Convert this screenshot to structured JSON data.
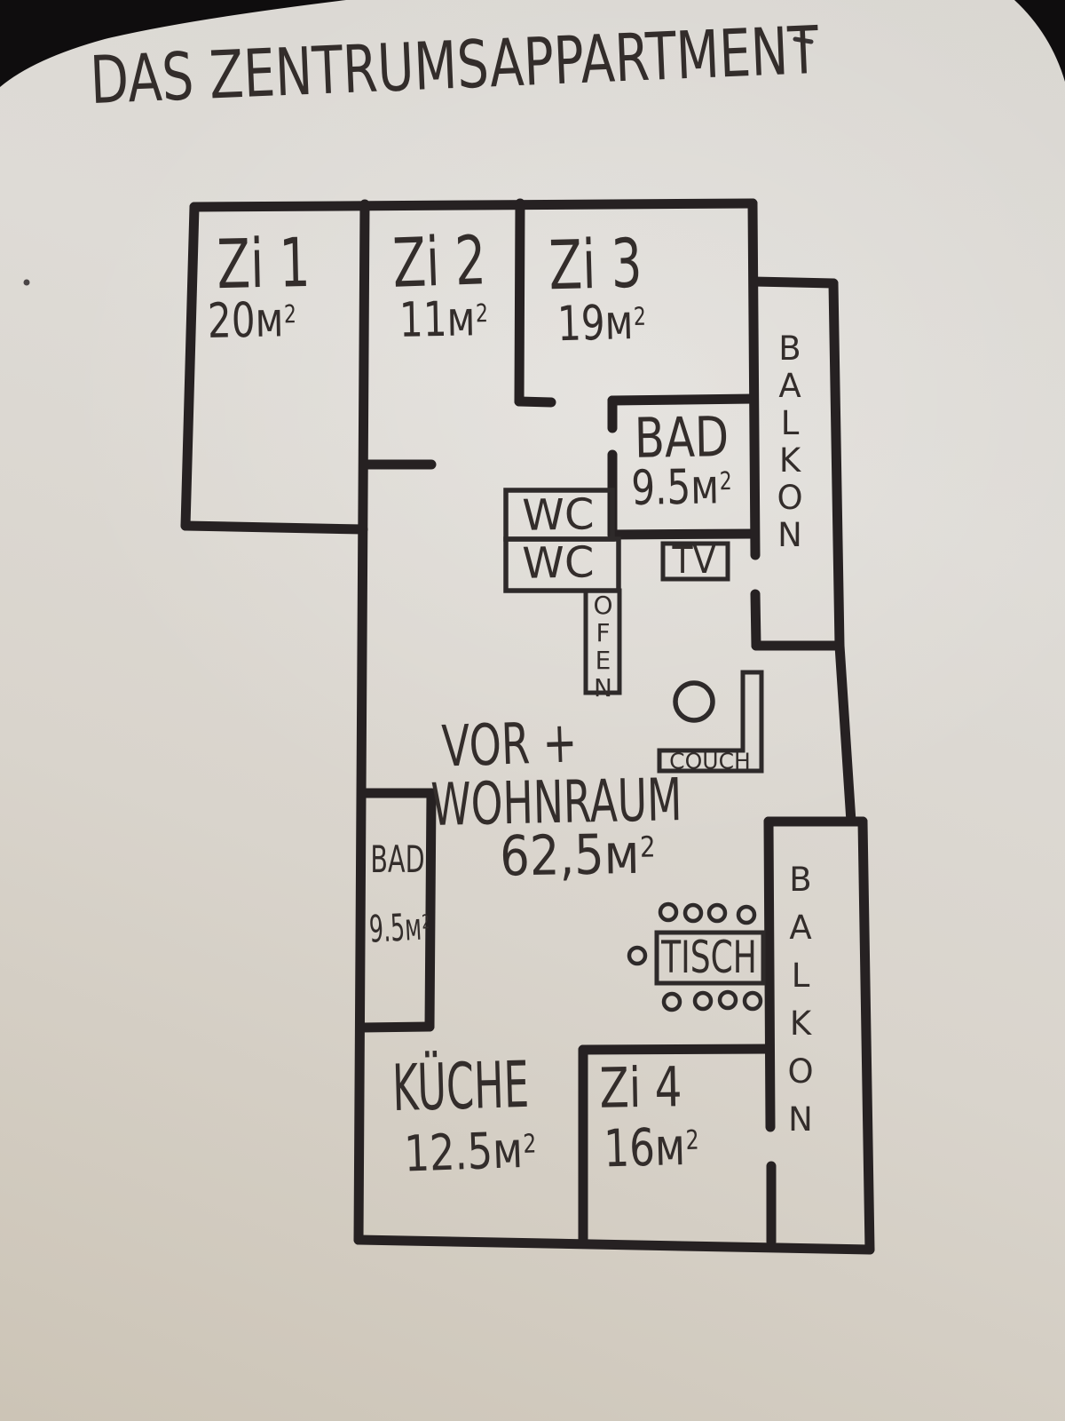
{
  "colors": {
    "paper": "#dcd8d1",
    "ink": "#2a2524"
  },
  "title": "DAS ZENTRUMSAPPARTMENT",
  "rooms": {
    "zi1": {
      "name": "Zi 1",
      "area_base": "20м",
      "area_sup": "2"
    },
    "zi2": {
      "name": "Zi 2",
      "area_base": "11м",
      "area_sup": "2"
    },
    "zi3": {
      "name": "Zi 3",
      "area_base": "19м",
      "area_sup": "2"
    },
    "bad_upper": {
      "name": "BAD",
      "area_base": "9.5м",
      "area_sup": "2"
    },
    "wc_upper": {
      "name": "WC"
    },
    "wc_lower": {
      "name": "WC"
    },
    "wohnraum": {
      "name_line1": "VOR +",
      "name_line2": "WOHNRAUM",
      "area_base": "62,5м",
      "area_sup": "2"
    },
    "bad_lower": {
      "name": "BAD",
      "area_base": "9.5м",
      "area_sup": "2"
    },
    "kueche": {
      "name": "KÜCHE",
      "area_base": "12.5м",
      "area_sup": "2"
    },
    "zi4": {
      "name": "Zi 4",
      "area_base": "16м",
      "area_sup": "2"
    },
    "balkon_upper": {
      "name": "BALKON"
    },
    "balkon_lower": {
      "name": "BALKON"
    }
  },
  "furniture": {
    "ofen": {
      "label": "OFEN"
    },
    "tv": {
      "label": "TV"
    },
    "couch": {
      "label": "COUCH"
    },
    "tisch": {
      "label": "TISCH"
    }
  }
}
